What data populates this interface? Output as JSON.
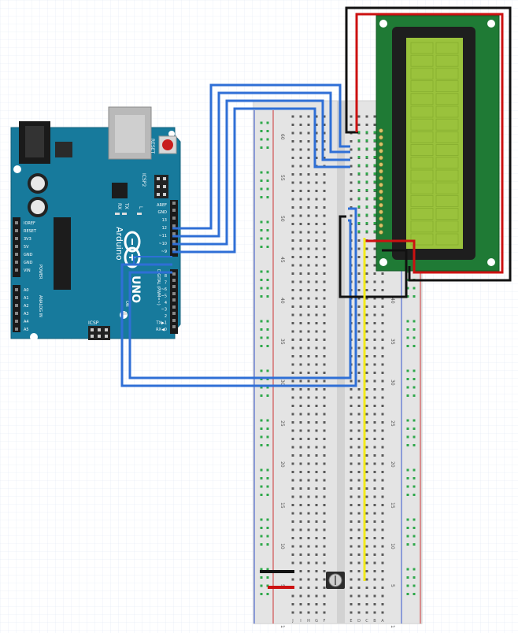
{
  "colors": {
    "arduino_board": "#177a9c",
    "breadboard": "#e6e6e6",
    "lcd_pcb": "#1f7a35",
    "lcd_screen": "#9ac23c",
    "wire_blue": "#2f6fd6",
    "wire_red": "#cc1111",
    "wire_black": "#111111",
    "wire_yellow": "#f2ea1a",
    "reset_button": "#c81e1e"
  },
  "arduino": {
    "brand_label": "Arduino",
    "model_label": "UNO",
    "reset_label": "RESET",
    "icsp2_label": "ICSP2",
    "icsp_label": "ICSP",
    "on_label": "ON",
    "tx_label": "TX",
    "rx_label": "RX",
    "l_label": "L",
    "aref_label": "AREF",
    "gnd_label": "GND",
    "pins_right_top": [
      "13",
      "12",
      "~11",
      "~10",
      "~9"
    ],
    "pins_right_bottom": [
      "8",
      "7",
      "~6",
      "~5",
      "4",
      "~3",
      "2",
      "TX▶1",
      "RX◀0"
    ],
    "digital_label": "DIGITAL (PWM=~)",
    "power_pins": [
      "IOREF",
      "RESET",
      "3V3",
      "5V",
      "GND",
      "GND",
      "VIN"
    ],
    "power_label": "POWER",
    "analog_pins": [
      "A0",
      "A1",
      "A2",
      "A3",
      "A4",
      "A5"
    ],
    "analog_label": "ANALOG IN"
  },
  "breadboard": {
    "row_numbers": [
      "60",
      "55",
      "50",
      "45",
      "40",
      "35",
      "30",
      "25",
      "20",
      "15",
      "10",
      "5",
      "1"
    ],
    "column_letters": [
      "J",
      "I",
      "H",
      "G",
      "F",
      "E",
      "D",
      "C",
      "B",
      "A"
    ]
  },
  "lcd": {
    "rows": 2,
    "cols": 16
  }
}
